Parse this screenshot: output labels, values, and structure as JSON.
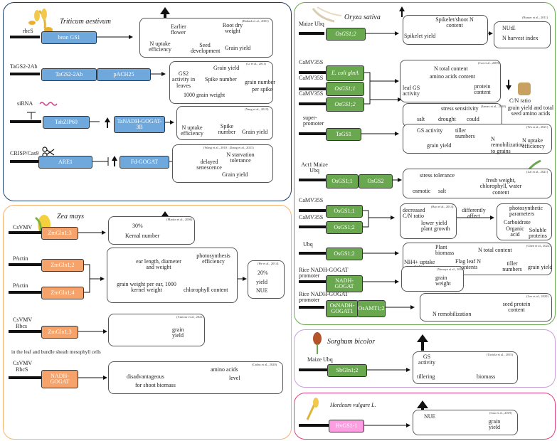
{
  "colors": {
    "wheat_border": "#1f3b73",
    "rice_border": "#6aa84f",
    "maize_border": "#f6b26b",
    "sorghum_border": "#c9a0dc",
    "barley_border": "#e0407a",
    "blue_gene": "#6fa8dc",
    "green_gene": "#6aa84f",
    "orange_gene": "#f6a36b",
    "pink_gene": "#ff9de3"
  },
  "wheat": {
    "title": "Triticum aestivum",
    "r1": {
      "promoter": "rbcS",
      "gene": "bean GS1",
      "ref": "(Habash et al., 2001)",
      "effects": [
        "N uptake efficiency",
        "Earlier flower",
        "Seed development",
        "Root dry weight",
        "Grain yield"
      ]
    },
    "r2": {
      "promoter": "TaGS2-2Ab",
      "gene1": "TaGS2-2Ab",
      "gene2": "pACH25",
      "ref": "(Li et al., 2011)",
      "effects": [
        "GS2 activity in leaves",
        "Grain yield",
        "Spike number",
        "grain number",
        "per spike",
        "1000 grain weight"
      ]
    },
    "r3": {
      "promoter": "siRNA",
      "gene1": "TabZIP60",
      "gene2": "TaNADH-GOGAT-3B",
      "ref": "(Yang et al., 2019)",
      "effects": [
        "N uptake efficiency",
        "Spike number",
        "Grain yield"
      ]
    },
    "r4": {
      "promoter": "CRISP/Cas9",
      "gene1": "ARE1",
      "gene2": "Fd-GOGAT",
      "ref": "(Wang et al., 2018 ; Zhang et al., 2021)",
      "effects": [
        "delayed senescence",
        "N starvation tolerance",
        "Grain yield"
      ]
    }
  },
  "maize": {
    "title": "Zea mays",
    "r1": {
      "promoter": "CsVMV",
      "gene": "ZmGln1;3",
      "ref": "(Martin et al., 2006)",
      "effects": [
        "30%",
        "Kernal number"
      ]
    },
    "r2": {
      "promoter": "PActin",
      "gene1": "ZmGln1;2",
      "promoter2": "PActin",
      "gene2": "ZmGln1;4",
      "effects": [
        "ear length, diameter and weight",
        "photosynthesis efficiency",
        "grain weight per ear, 1000 kernel weight",
        "chlorophyll content"
      ],
      "ref2": "(He et al., 2014)",
      "side": [
        "20%",
        "yield",
        "NUE"
      ]
    },
    "r3": {
      "promoter": "CsVMV",
      "promoter2": "Rbcs",
      "gene": "ZmGln1;3",
      "ref": "(Amiour et al., 2021)",
      "effects": [
        "grain yield"
      ],
      "note": "in the leaf and bundle sheath mesophyll cells"
    },
    "r4": {
      "promoter": "CsVMV",
      "promoter2": "RbcS",
      "gene": "NADH-GOGAT",
      "ref": "(Cañas et al., 2020)",
      "effects": [
        "amino acids",
        "disadvantageous",
        "level",
        "for shoot biomass"
      ]
    }
  },
  "rice": {
    "title": "Oryza sativa",
    "r1": {
      "promoter": "Maize Ubq",
      "gene": "OsGS1;2",
      "ref": "(Brauer et al., 2011)",
      "effects": [
        "Spikelet/shoot N content",
        "Spikelet yield",
        "NUtE",
        "N harvest index"
      ]
    },
    "r2": {
      "promoters": [
        "CaMV35S",
        "CaMV35S",
        "CaMV35S"
      ],
      "genes": [
        "E. coli glnA",
        "OsGS1;1",
        "OsGS1;2"
      ],
      "ref": "(Cai et al., 2009)",
      "effects": [
        "N total content",
        "amino acids content",
        "leaf GS activity",
        "protein content",
        "C/N ratio",
        "grain yield and total seed amino acids"
      ],
      "ref2": "(James et al., 2018)",
      "stress": [
        "stress sensitivity",
        "salt",
        "drought",
        "could"
      ]
    },
    "r3": {
      "promoter": "super-promoter",
      "gene": "TaGS1",
      "ref": "(Wu et al., 2021)",
      "effects": [
        "GS activity",
        "tiller numbers",
        "grain yield",
        "N remobilization to grains",
        "N uptake efficiency"
      ]
    },
    "r4": {
      "promoter": "Act1 Maize Ubq",
      "gene1": "OsGS1;1",
      "gene2": "OsGS2",
      "ref": "(Lal et al., 2021)",
      "effects": [
        "stress tolerance",
        "osmotic",
        "salt",
        "fresh weight, chlorophyll, water content"
      ]
    },
    "r5": {
      "promoters": [
        "CaMV35S",
        "CaMV35S"
      ],
      "genes": [
        "OsGS1;1",
        "OsGS1;2"
      ],
      "ref": "(Bao et al., 2014)",
      "effects": [
        "decreased C/N ratio",
        "lower yield plant growth",
        "differently affect",
        "photosynthetic parameters",
        "Carboidrate",
        "Organic acid",
        "Soluble proteins"
      ]
    },
    "r6": {
      "promoter": "Ubq",
      "gene": "OsGS1;2",
      "ref": "(Chen et al., 2022)",
      "effects": [
        "Plant biomass",
        "N total content",
        "NH4+ uptake capability",
        "Flag leaf N contents",
        "tiller numbers",
        "grain yield"
      ]
    },
    "r7": {
      "promoter": "Rice NADH-GOGAT promoter",
      "gene": "NADH-GOGAT",
      "ref": "(Yamaya et al., 2002)",
      "effects": [
        "grain weight"
      ]
    },
    "r8": {
      "promoter": "Rice NADH-GOGAT promoter",
      "gene1": "OsNADH-GOGAT1",
      "gene2": "OsAMT1;2",
      "ref": "(Lee et al., 2020)",
      "effects": [
        "N remobilization",
        "seed protein content"
      ]
    }
  },
  "sorghum": {
    "title": "Sorghum bicolor",
    "promoter": "Maize Ubq",
    "gene": "SbGln1;2",
    "ref": "(Urriola et al., 2015)",
    "effects": [
      "GS activity",
      "tillering",
      "biomass"
    ]
  },
  "barley": {
    "title": "Hordeum vulgare L.",
    "gene": "HvGS1-1",
    "ref": "(Gao et al., 2019)",
    "effects": [
      "NUE",
      "grain yield"
    ]
  }
}
